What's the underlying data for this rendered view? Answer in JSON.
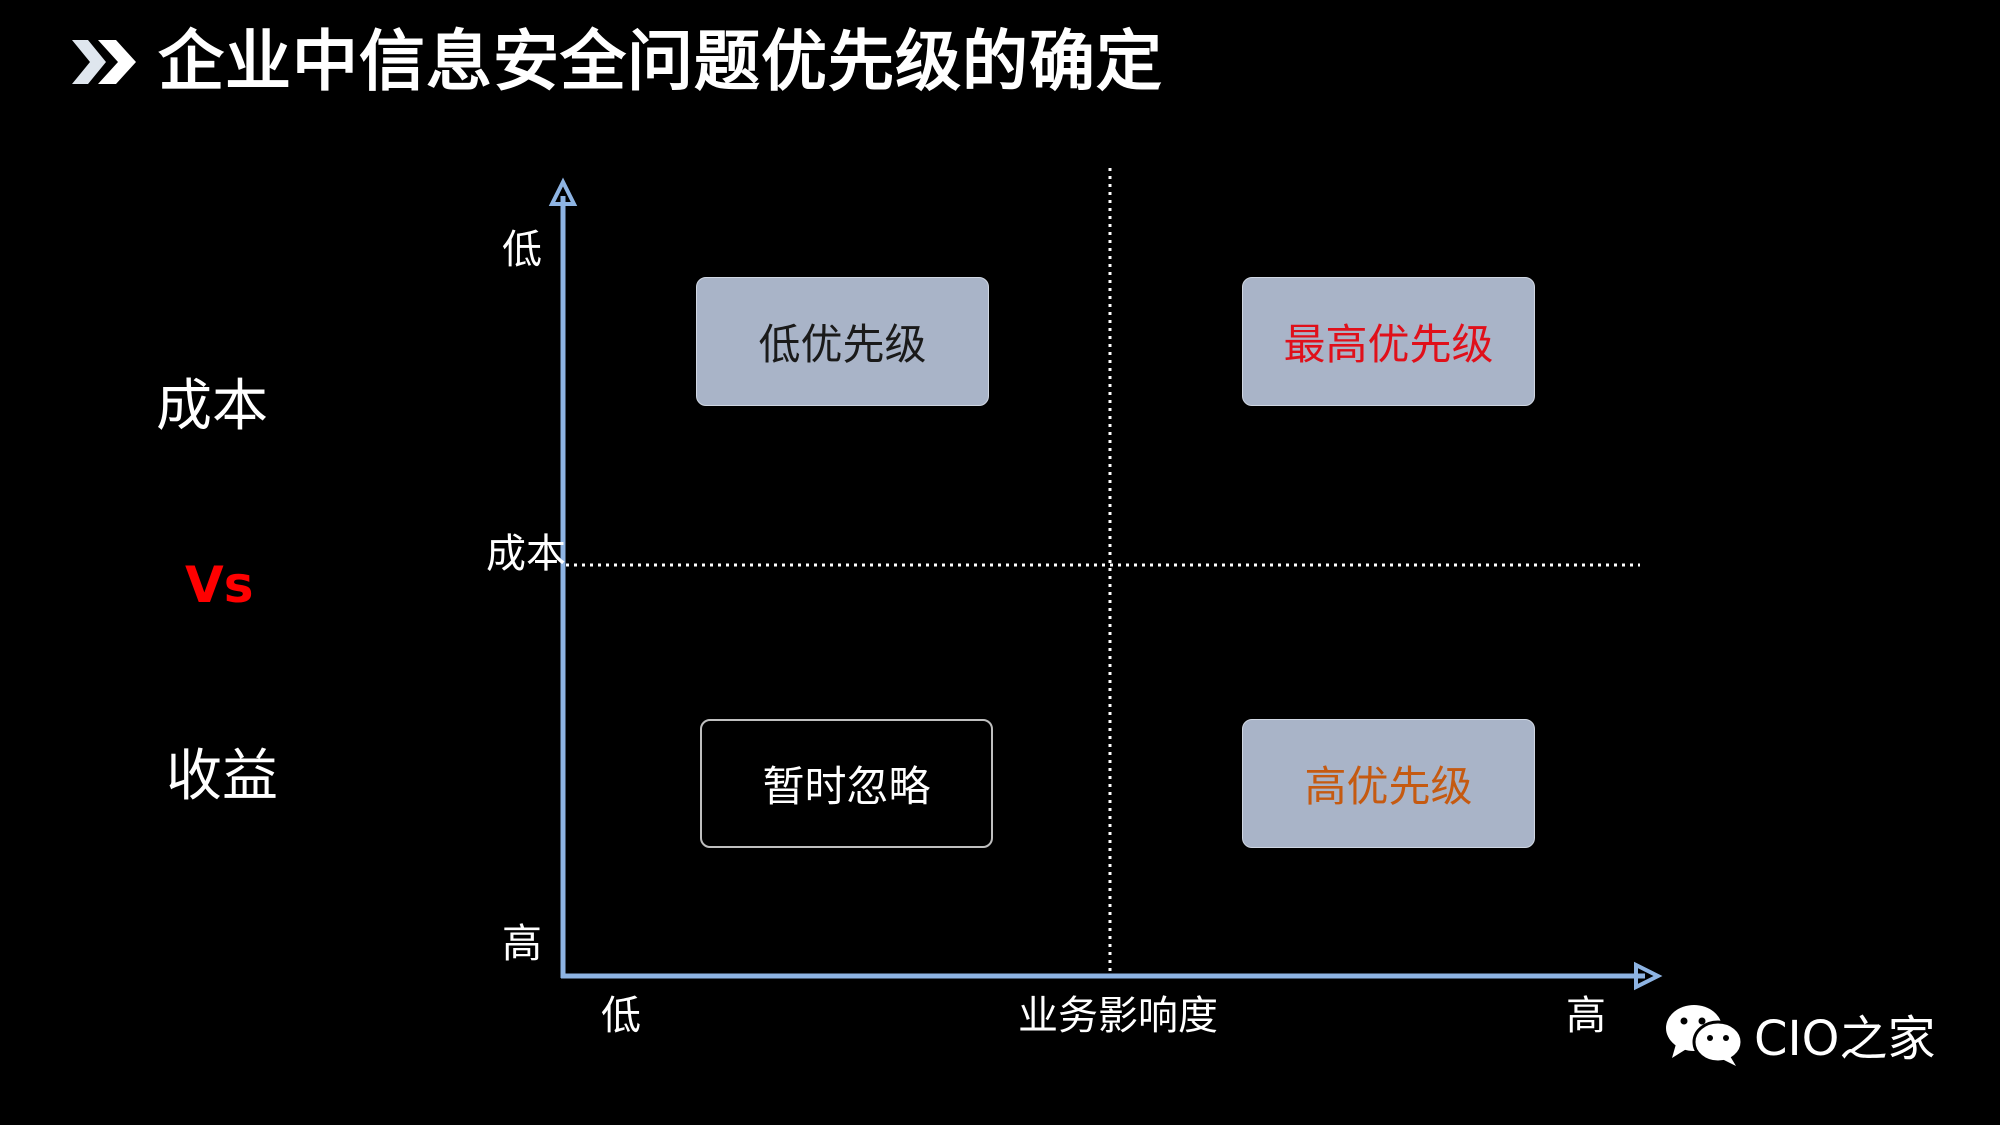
{
  "header": {
    "title": "企业中信息安全问题优先级的确定",
    "icon": "double-chevron-right-icon"
  },
  "side_labels": {
    "cost": "成本",
    "vs": "Vs",
    "benefit": "收益"
  },
  "axes": {
    "y": {
      "low": "低",
      "name": "成本",
      "high": "高"
    },
    "x": {
      "low": "低",
      "name": "业务影响度",
      "high": "高"
    }
  },
  "quadrants": {
    "top_left": "低优先级",
    "top_right": "最高优先级",
    "bottom_left": "暂时忽略",
    "bottom_right": "高优先级"
  },
  "colors": {
    "axis": "#8eb4e3",
    "box_fill": "#a9b4c8",
    "highest_text": "#e0101a",
    "high_text": "#c55a11",
    "vs_text": "#ff0000"
  },
  "watermark": {
    "icon": "wechat-icon",
    "text": "CIO之家"
  }
}
